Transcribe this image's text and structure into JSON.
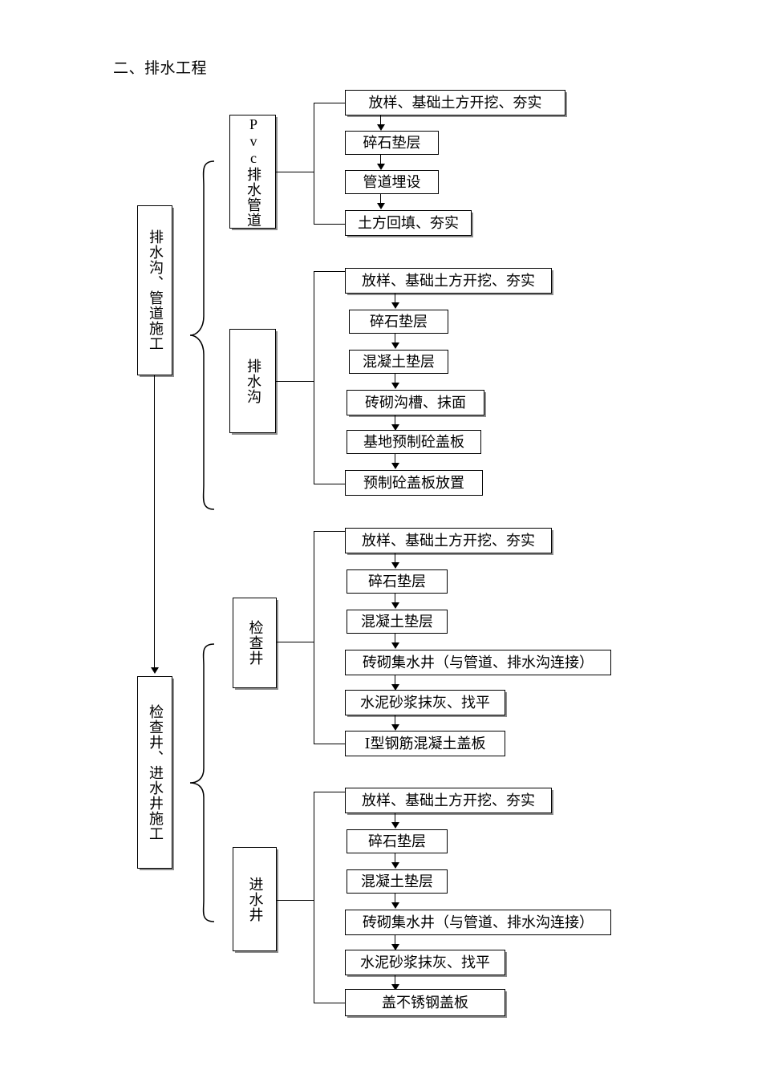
{
  "document": {
    "title": "二、排水工程"
  },
  "groups": [
    {
      "stage_label": "排水沟、管道施工",
      "branches": [
        {
          "branch_label": "Pvc排水管道",
          "steps": [
            "放样、基础土方开挖、夯实",
            "碎石垫层",
            "管道埋设",
            "土方回填、夯实"
          ]
        },
        {
          "branch_label": "排水沟",
          "steps": [
            "放样、基础土方开挖、夯实",
            "碎石垫层",
            "混凝土垫层",
            "砖砌沟槽、抹面",
            "基地预制砼盖板",
            "预制砼盖板放置"
          ]
        }
      ]
    },
    {
      "stage_label": "检查井、进水井施工",
      "branches": [
        {
          "branch_label": "检查井",
          "steps": [
            "放样、基础土方开挖、夯实",
            "碎石垫层",
            "混凝土垫层",
            "砖砌集水井（与管道、排水沟连接）",
            "水泥砂浆抹灰、找平",
            "Ⅰ型钢筋混凝土盖板"
          ]
        },
        {
          "branch_label": "进水井",
          "steps": [
            "放样、基础土方开挖、夯实",
            "碎石垫层",
            "混凝土垫层",
            "砖砌集水井（与管道、排水沟连接）",
            "水泥砂浆抹灰、找平",
            "盖不锈钢盖板"
          ]
        }
      ]
    }
  ],
  "colors": {
    "line": "#000000",
    "shadow": "#8d8d8d",
    "background": "#ffffff"
  }
}
